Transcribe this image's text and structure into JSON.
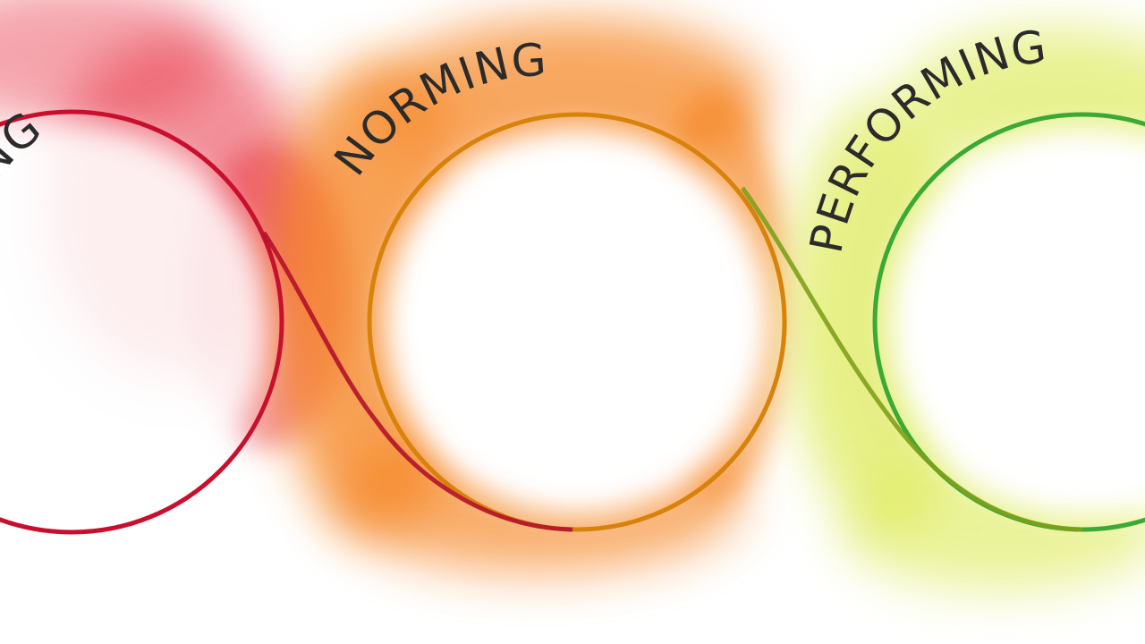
{
  "diagram": {
    "stages": [
      {
        "id": "forming",
        "label": "FORMING",
        "color": "#c8102e",
        "smoke": "#e8394a"
      },
      {
        "id": "norming",
        "label": "NORMING",
        "color": "#d9820a",
        "smoke": "#f5821f"
      },
      {
        "id": "performing",
        "label": "PERFORMING",
        "color": "#3aaa35",
        "smoke": "#d6e635"
      }
    ],
    "text_color": "#2b2b2b"
  }
}
